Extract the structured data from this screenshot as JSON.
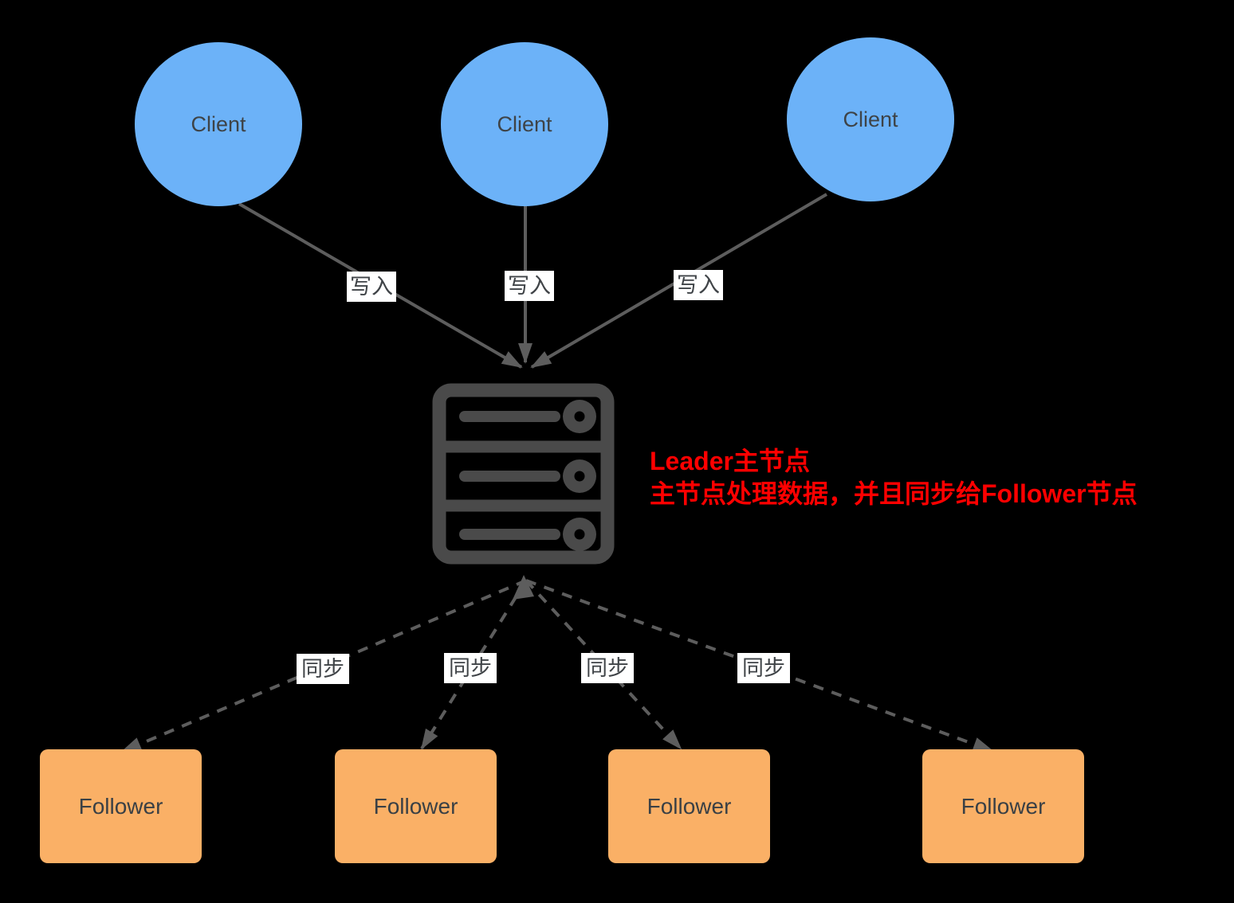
{
  "canvas": {
    "width": "1548",
    "height": "1134",
    "background": "#000000"
  },
  "colors": {
    "client_fill": "#6CB2F8",
    "follower_fill": "#FAB066",
    "arrow_gray": "#5D5D5D",
    "server_icon_gray": "#4A4A4A",
    "edge_label_bg": "#FFFFFF",
    "node_text": "#3E4347",
    "annotation_red": "#FF0000"
  },
  "clients": [
    {
      "label": "Client"
    },
    {
      "label": "Client"
    },
    {
      "label": "Client"
    }
  ],
  "write_edges": [
    {
      "label": "写入"
    },
    {
      "label": "写入"
    },
    {
      "label": "写入"
    }
  ],
  "sync_edges": [
    {
      "label": "同步"
    },
    {
      "label": "同步"
    },
    {
      "label": "同步"
    },
    {
      "label": "同步"
    }
  ],
  "followers": [
    {
      "label": "Follower"
    },
    {
      "label": "Follower"
    },
    {
      "label": "Follower"
    },
    {
      "label": "Follower"
    }
  ],
  "leader": {
    "icon": "server-rack-icon",
    "annotation_line1": "Leader主节点",
    "annotation_line2": "主节点处理数据，并且同步给Follower节点"
  }
}
